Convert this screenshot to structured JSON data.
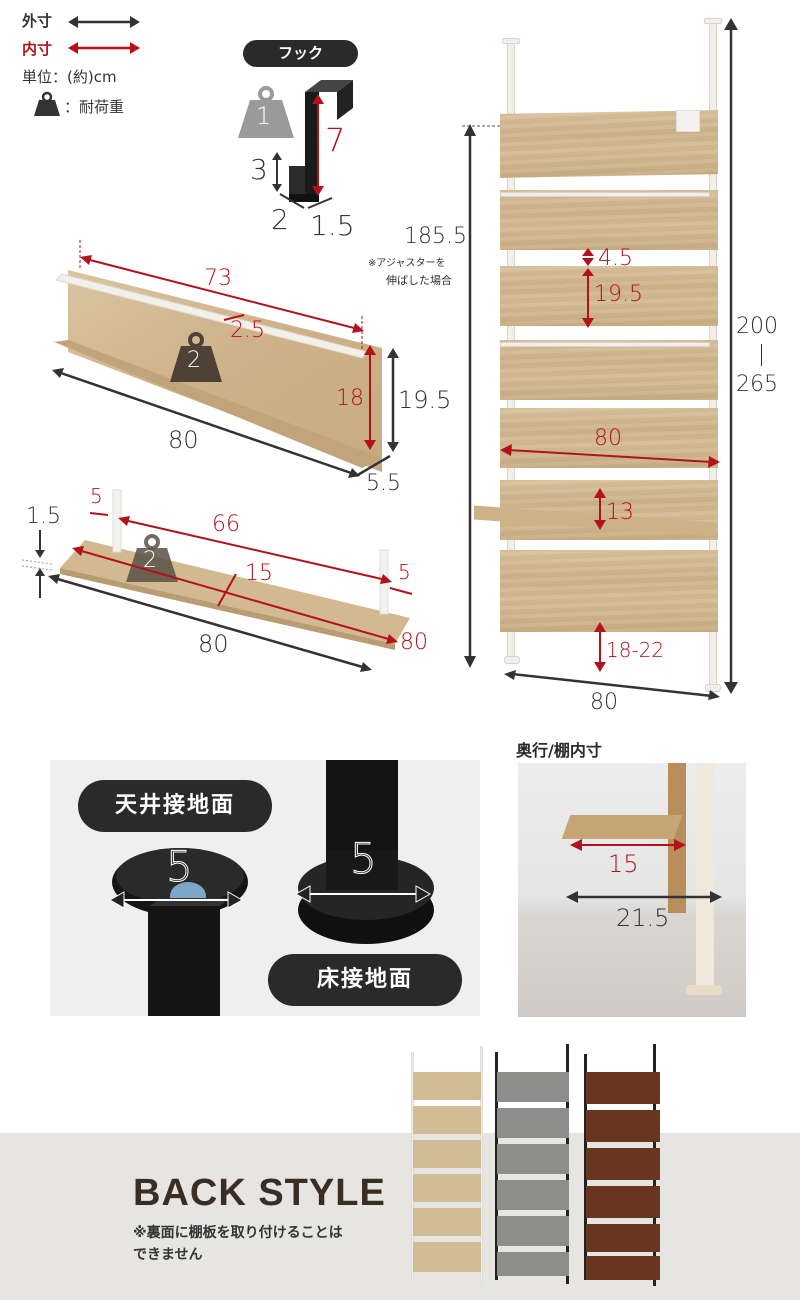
{
  "legend": {
    "outer_label": "外寸",
    "inner_label": "内寸",
    "unit_label": "単位：(約)cm",
    "load_label": "：耐荷重",
    "outer_color": "#333333",
    "inner_color": "#b3121b"
  },
  "hook": {
    "title": "フック",
    "load": "1",
    "height_inner": "7",
    "depth": "3",
    "width_a": "2",
    "width_b": "1.5"
  },
  "rail_shelf": {
    "inner_width": "73",
    "rail_gap": "2.5",
    "load": "2",
    "inner_height": "18",
    "outer_height": "19.5",
    "outer_width": "80",
    "depth": "5.5"
  },
  "flat_shelf": {
    "thickness": "1.5",
    "left_offset": "5",
    "inner_span": "66",
    "right_offset": "5",
    "load": "2",
    "depth": "15",
    "inner_width": "80",
    "outer_width": "80"
  },
  "full_unit": {
    "min_height": "185.5",
    "note_line1": "※アジャスターを",
    "note_line2": "伸ばした場合",
    "panel_gap": "4.5",
    "panel_height": "19.5",
    "panel_width": "80",
    "desk_height": "13",
    "floor_clearance": "18-22",
    "total_height_min": "200",
    "total_height_sep": "|",
    "total_height_max": "265",
    "bottom_width": "80"
  },
  "contact": {
    "ceiling_label": "天井接地面",
    "floor_label": "床接地面",
    "ceiling_dia": "5",
    "floor_dia": "5"
  },
  "depth_photo": {
    "title": "奥行/棚内寸",
    "shelf_depth": "15",
    "total_depth": "21.5"
  },
  "back_style": {
    "title": "BACK STYLE",
    "note_line1": "※裏面に棚板を取り付けることは",
    "note_line2": "できません",
    "variants": [
      "natural",
      "concrete-gray",
      "walnut-brown"
    ]
  }
}
